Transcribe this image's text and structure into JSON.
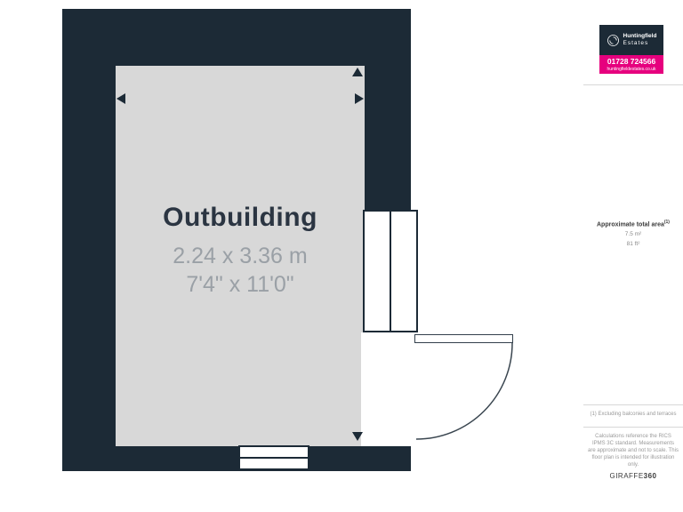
{
  "floorplan": {
    "room_label": "Outbuilding",
    "dimensions_metric": "2.24 x 3.36 m",
    "dimensions_imperial": "7'4\" x 11'0\""
  },
  "sidebar": {
    "logo": {
      "name_line1": "Huntingfield",
      "name_line2": "Estates",
      "phone": "01728 724566",
      "website": "huntingfieldestates.co.uk"
    },
    "area": {
      "title": "Approximate total area",
      "superscript": "(1)",
      "metric": "7.5 m²",
      "imperial": "81 ft²"
    },
    "footnote": "(1) Excluding balconies and terraces",
    "disclaimer": "Calculations reference the RICS IPMS 3C standard. Measurements are approximate and not to scale. This floor plan is intended for illustration only.",
    "brand_name": "GIRAFFE",
    "brand_number": "360"
  },
  "icons": {
    "logo_icon": "swirl-icon",
    "dimension_markers": [
      "arrow-left",
      "arrow-right",
      "arrow-up",
      "arrow-down"
    ]
  },
  "colors": {
    "wall": "#1c2a36",
    "floor": "#d8d8d8",
    "accent_magenta": "#e6007e",
    "dim_text": "#9aa0a6",
    "room_text": "#2b3542"
  }
}
